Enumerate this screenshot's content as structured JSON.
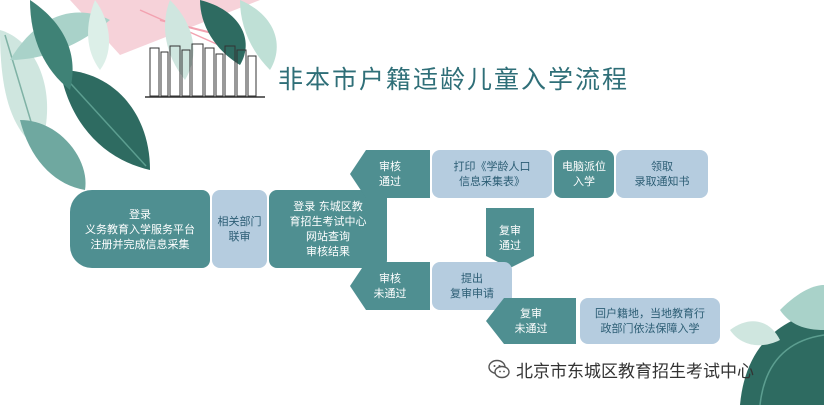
{
  "title": "非本市户籍适龄儿童入学流程",
  "steps": {
    "login_platform": "登录\n义务教育入学服务平台\n注册并完成信息采集",
    "dept_review": "相关部门\n联审",
    "check_result": "登录 东城区教\n育招生考试中心\n网站查询\n审核结果",
    "pass": "审核\n通过",
    "print_form": "打印《学龄人口\n信息采集表》",
    "computer_assign": "电脑派位\n入学",
    "notice": "领取\n录取通知书",
    "fail": "审核\n未通过",
    "apply_recheck": "提出\n复审申请",
    "recheck_pass": "复审\n通过",
    "recheck_fail": "复审\n未通过",
    "return_home": "回户籍地，当地教育行\n政部门依法保障入学"
  },
  "watermark": "北京市东城区教育招生考试中心",
  "colors": {
    "teal": "#4f8f91",
    "light_blue": "#b5ccdf",
    "title": "#2f6f78"
  }
}
